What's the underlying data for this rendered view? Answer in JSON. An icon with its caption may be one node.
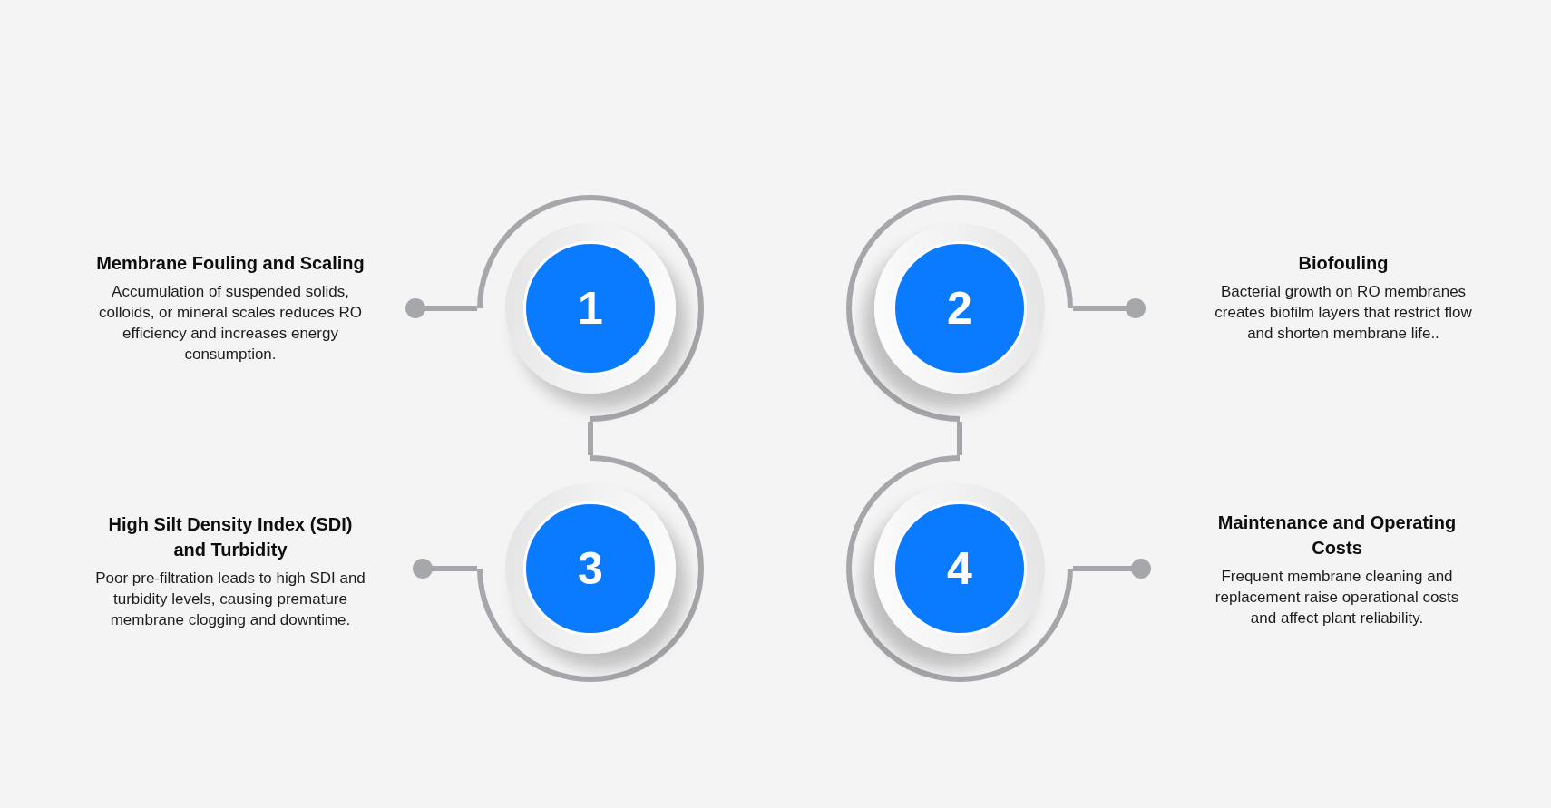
{
  "diagram": {
    "nodes": [
      {
        "text": [
          "Membrane Fouling and Scaling",
          "Accumulation of suspended solids, colloids, or mineral scales reduces RO efficiency and increases energy consumption."
        ]
      },
      {
        "text": [
          "1"
        ]
      },
      {
        "text": [
          "2"
        ]
      },
      {
        "text": [
          "Biofouling",
          "Bacterial growth on RO membranes creates biofilm layers that restrict flow and shorten membrane life.."
        ]
      },
      {
        "text": [
          "High Silt Density Index (SDI) and Turbidity",
          "Poor pre-filtration leads to high SDI and turbidity levels, causing premature membrane clogging and downtime."
        ]
      },
      {
        "text": [
          "3"
        ]
      },
      {
        "text": [
          "4"
        ]
      },
      {
        "text": [
          "Maintenance and Operating Costs",
          "Frequent membrane cleaning and replacement raise operational costs and affect plant reliability."
        ]
      }
    ],
    "edges": [
      {
        "from": 0,
        "to": 1,
        "arrow": "other"
      },
      {
        "from": 3,
        "to": 2,
        "arrow": "other"
      },
      {
        "from": 1,
        "to": 5,
        "arrow": "none"
      },
      {
        "from": 2,
        "to": 6,
        "arrow": "none"
      },
      {
        "from": 4,
        "to": 5,
        "arrow": "other"
      },
      {
        "from": 7,
        "to": 6,
        "arrow": "other"
      }
    ]
  }
}
